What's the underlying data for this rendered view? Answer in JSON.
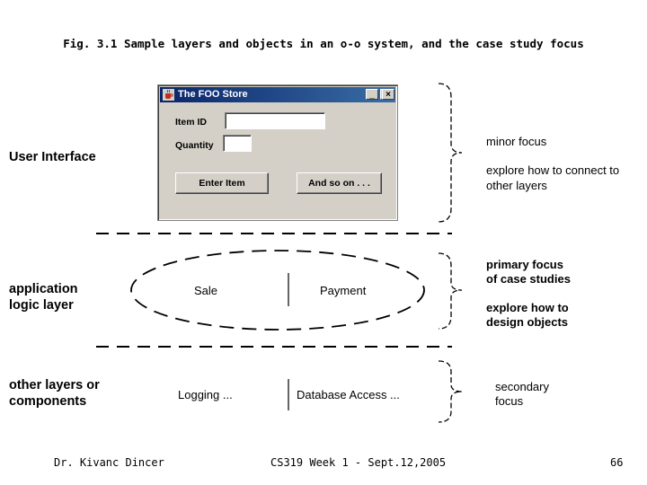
{
  "figure": {
    "title": "Fig. 3.1 Sample layers and objects in an o-o system, and the case study focus"
  },
  "window": {
    "title": "The FOO Store",
    "controls": [
      "_",
      "□",
      "×"
    ],
    "item_id_label": "Item ID",
    "item_id_value": "",
    "quantity_label": "Quantity",
    "quantity_value": "",
    "enter_item_label": "Enter Item",
    "and_so_on_label": "And so on . . ."
  },
  "layers": {
    "ui": {
      "label": "User Interface"
    },
    "app": {
      "label_line1": "application",
      "label_line2": "logic layer",
      "objects": [
        "Sale",
        "Payment"
      ]
    },
    "other": {
      "label_line1": "other layers or",
      "label_line2": "components",
      "objects": [
        "Logging ...",
        "Database Access ..."
      ]
    }
  },
  "notes": {
    "ui": {
      "line1": "minor focus",
      "line2": "explore how to connect to",
      "line3": "other layers"
    },
    "app": {
      "line1": "primary focus",
      "line2": "of case studies",
      "line3": "explore how to",
      "line4": "design objects"
    },
    "other": {
      "line1": "secondary",
      "line2": "focus"
    }
  },
  "footer": {
    "author": "Dr. Kivanc Dincer",
    "course": "CS319 Week 1 - Sept.12,2005",
    "page": "66"
  }
}
